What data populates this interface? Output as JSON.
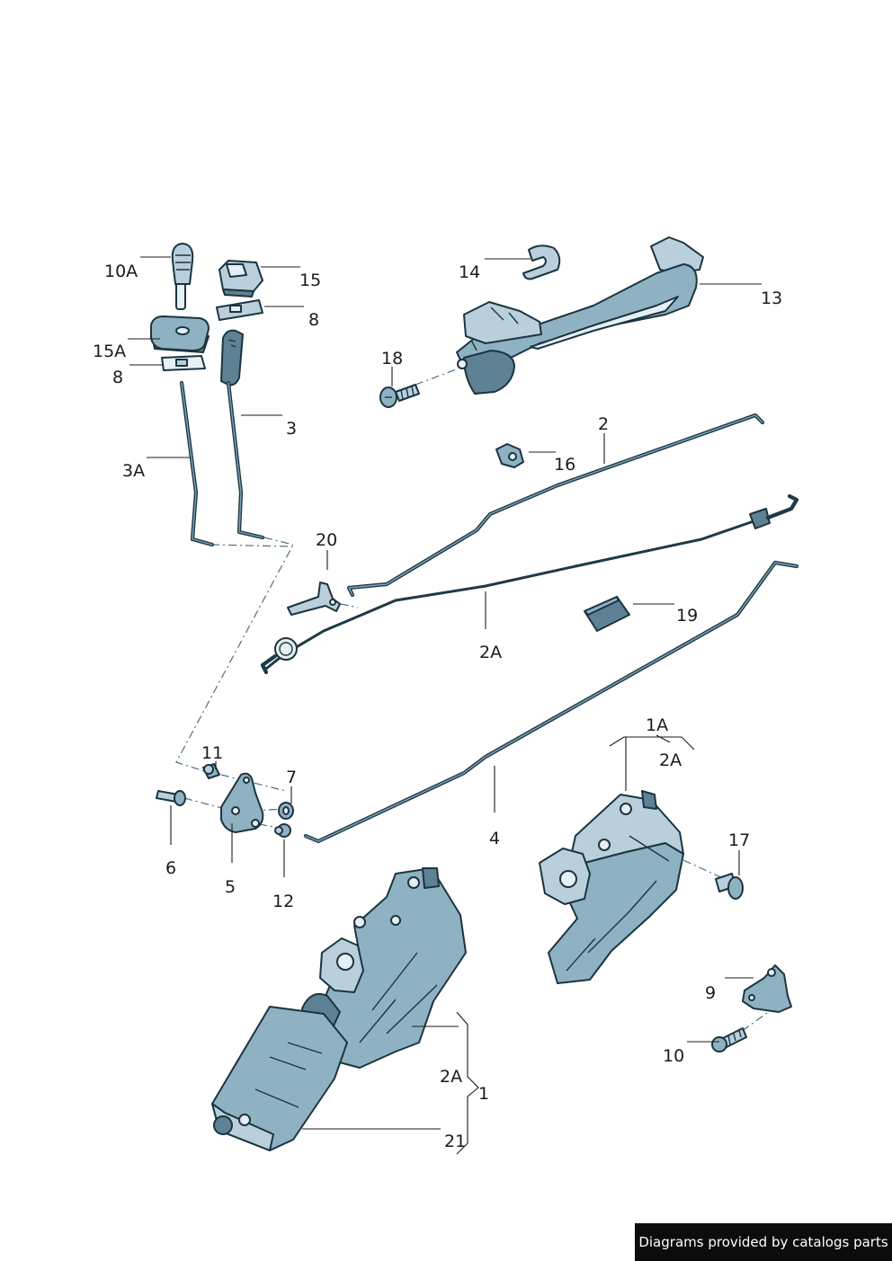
{
  "callouts": {
    "c10A": "10A",
    "c15": "15",
    "c8a": "8",
    "c15A": "15A",
    "c8b": "8",
    "c3": "3",
    "c3A": "3A",
    "c14": "14",
    "c13": "13",
    "c18": "18",
    "c2": "2",
    "c16": "16",
    "c20": "20",
    "c2Aa": "2A",
    "c19": "19",
    "c1Aa": "1A",
    "c2Ab": "2A",
    "c11": "11",
    "c7": "7",
    "c17": "17",
    "c4": "4",
    "c6": "6",
    "c5": "5",
    "c12": "12",
    "c9": "9",
    "c10": "10",
    "c2Ac": "2A",
    "c1": "1",
    "c21": "21"
  },
  "credit": "Diagrams provided by catalogs parts"
}
